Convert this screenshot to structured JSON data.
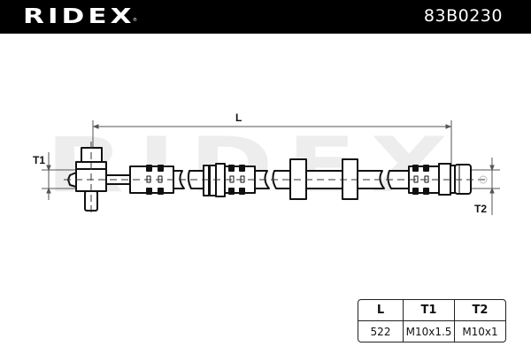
{
  "header": {
    "brand": "RIDEX",
    "brand_mark": "®",
    "part_number": "83B0230"
  },
  "drawing": {
    "watermark": "RIDEX",
    "dimension_labels": {
      "length": "L",
      "thread_1": "T1",
      "thread_2": "T2"
    },
    "colors": {
      "line": "#111111",
      "watermark": "#ededed",
      "dimension": "#555555"
    }
  },
  "spec_table": {
    "headers": [
      "L",
      "T1",
      "T2"
    ],
    "rows": [
      [
        "522",
        "M10x1.5",
        "M10x1"
      ]
    ]
  }
}
